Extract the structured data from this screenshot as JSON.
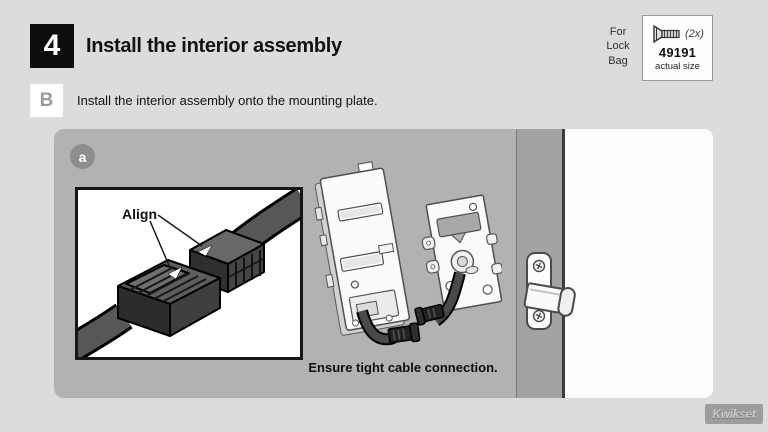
{
  "header": {
    "step_number": "4",
    "title": "Install the interior assembly"
  },
  "parts_note": {
    "bag_label": "For\nLock\nBag",
    "icon": "flat-head-screw-icon",
    "quantity": "(2x)",
    "part_number": "49191",
    "size_note": "actual size"
  },
  "substep": {
    "letter": "B",
    "instruction": "Install the interior assembly onto the mounting plate."
  },
  "diagram": {
    "badge": "a",
    "align_label": "Align",
    "caption": "Ensure tight cable connection."
  },
  "footer": {
    "brand": "Kwikset"
  },
  "colors": {
    "page_bg": "#dcdcdc",
    "panel_bg": "#b2b2b2",
    "step_square": "#0d0d0d",
    "door_gray": "#a3a3a3",
    "cable_gray": "#4a4a4a",
    "badge_gray": "#8d8d8d"
  }
}
